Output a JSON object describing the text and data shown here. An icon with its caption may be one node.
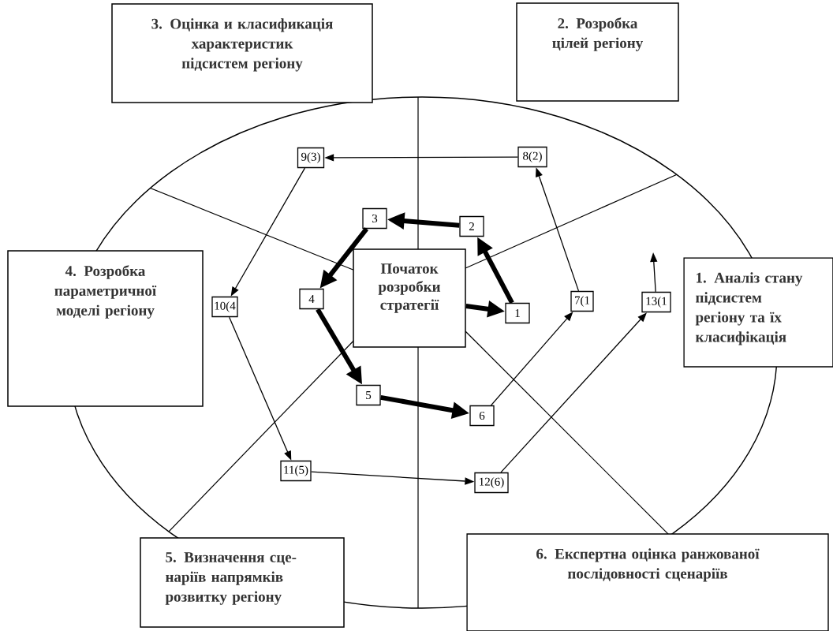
{
  "diagram": {
    "nodes": [
      {
        "text": [
          "3. Оцінка и класификація характеристик підсистем регіону"
        ]
      },
      {
        "text": [
          "2. Розробка цілей регіону"
        ]
      },
      {
        "text": [
          "4. Розробка параметричної моделі регіону"
        ]
      },
      {
        "text": [
          "Початок розробки стратегії"
        ]
      },
      {
        "text": [
          "1. Аналіз стану підсистем регіону та їх класифікація"
        ]
      },
      {
        "text": [
          "5. Визначення сце-наріїв напрямків розвитку регіону"
        ]
      },
      {
        "text": [
          "6. Експертна оцінка ранжованої послідовності сценаріїв"
        ]
      },
      {
        "text": [
          "9(3)"
        ]
      },
      {
        "text": [
          "8(2)"
        ]
      },
      {
        "text": [
          "3"
        ]
      },
      {
        "text": [
          "2"
        ]
      },
      {
        "text": [
          "10(4"
        ]
      },
      {
        "text": [
          "4"
        ]
      },
      {
        "text": [
          "1"
        ]
      },
      {
        "text": [
          "7(1"
        ]
      },
      {
        "text": [
          "13(1"
        ]
      },
      {
        "text": [
          "5"
        ]
      },
      {
        "text": [
          "6"
        ]
      },
      {
        "text": [
          "11(5)"
        ]
      },
      {
        "text": [
          "12(6)"
        ]
      }
    ],
    "edges": [
      {
        "from": 3,
        "to": 13,
        "arrow": "to",
        "style": "thick"
      },
      {
        "from": 13,
        "to": 10,
        "arrow": "to",
        "style": "thick"
      },
      {
        "from": 10,
        "to": 9,
        "arrow": "to",
        "style": "thick"
      },
      {
        "from": 9,
        "to": 12,
        "arrow": "to",
        "style": "thick"
      },
      {
        "from": 12,
        "to": 16,
        "arrow": "to",
        "style": "thick"
      },
      {
        "from": 16,
        "to": 17,
        "arrow": "to",
        "style": "thick"
      },
      {
        "from": 17,
        "to": 14,
        "arrow": "to"
      },
      {
        "from": 14,
        "to": 8,
        "arrow": "to"
      },
      {
        "from": 8,
        "to": 7,
        "arrow": "to"
      },
      {
        "from": 7,
        "to": 11,
        "arrow": "to"
      },
      {
        "from": 11,
        "to": 18,
        "arrow": "to"
      },
      {
        "from": 18,
        "to": 19,
        "arrow": "to"
      },
      {
        "from": 19,
        "to": 15,
        "arrow": "to"
      },
      {
        "from": 15,
        "to": null,
        "arrow": "to"
      }
    ]
  }
}
